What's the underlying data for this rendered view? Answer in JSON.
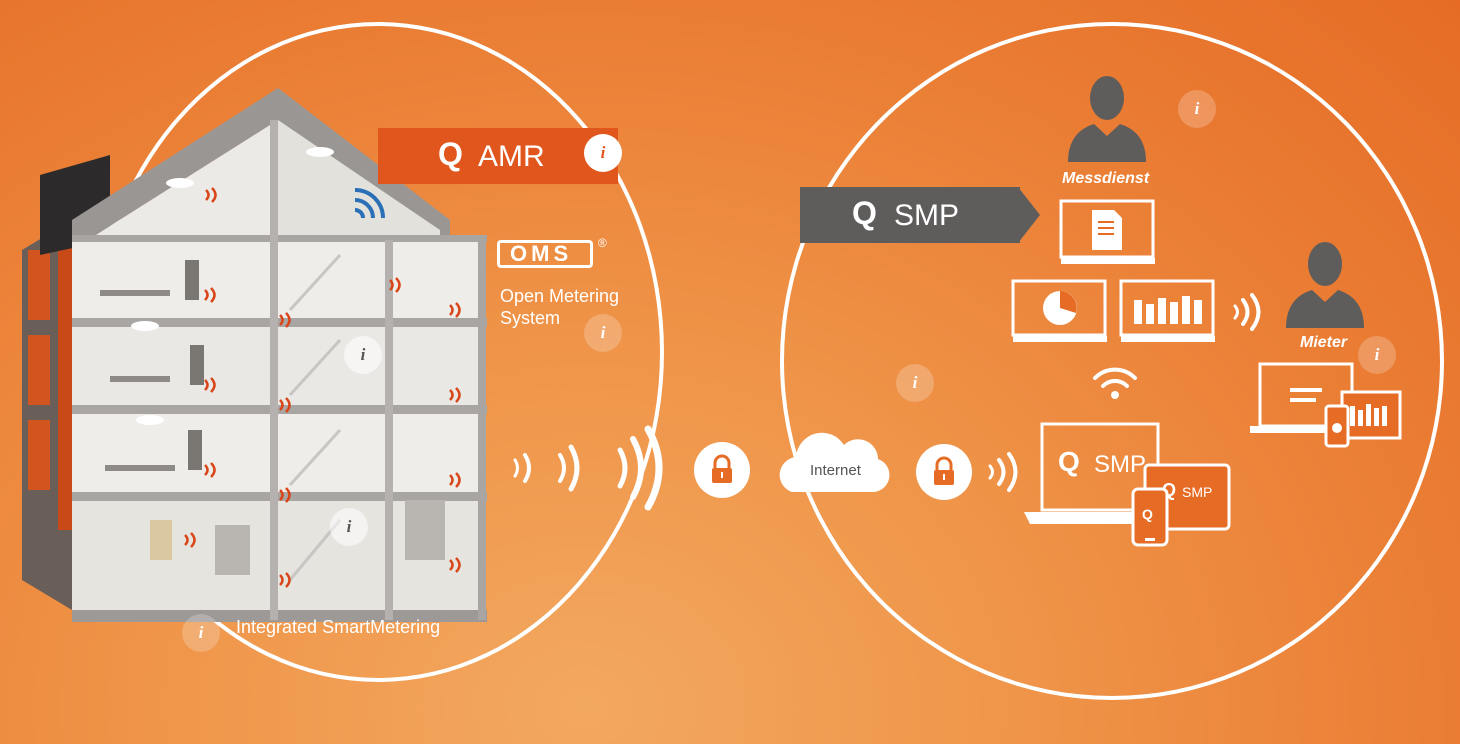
{
  "labels": {
    "qamr": "AMR",
    "oms": "OMS",
    "oms_reg": "®",
    "open_metering_line1": "Open Metering",
    "open_metering_line2": "System",
    "integrated": "Integrated SmartMetering",
    "internet": "Internet",
    "qsmp": "SMP",
    "messdienst": "Messdienst",
    "mieter": "Mieter",
    "laptop_smp": "SMP",
    "tablet_smp": "SMP"
  },
  "info_glyph": "i",
  "colors": {
    "accent_orange": "#e0561d",
    "tag_gray": "#5f5c5c",
    "background": "#ea7d34"
  },
  "icons": [
    "house-illustration",
    "wifi-icon",
    "lock-icon",
    "cloud-icon",
    "person-icon",
    "document-icon",
    "pie-chart-icon",
    "bar-chart-icon",
    "laptop-icon",
    "tablet-icon",
    "phone-icon",
    "wireless-signal-icon",
    "info-icon"
  ]
}
